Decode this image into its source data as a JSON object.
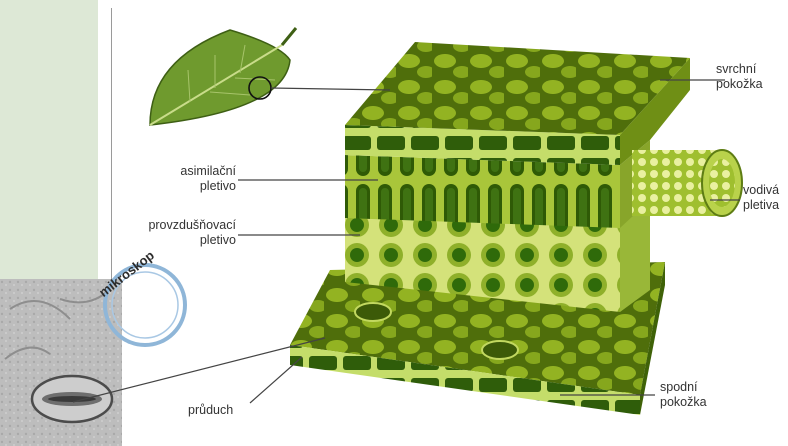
{
  "labels": {
    "upper_epidermis_1": "svrchní",
    "upper_epidermis_2": "pokožka",
    "assimilation_1": "asimilační",
    "assimilation_2": "pletivo",
    "aeration_1": "provzdušňovací",
    "aeration_2": "pletivo",
    "vascular_1": "vodivá",
    "vascular_2": "pletiva",
    "lower_epidermis_1": "spodní",
    "lower_epidermis_2": "pokožka",
    "stoma": "průduch"
  },
  "stamp": "mikroskop",
  "colors": {
    "panel": "#dde8d6",
    "tissue_dark": "#5b7a10",
    "tissue_light": "#b7cf3e",
    "leaf": "#6f9a2e",
    "line": "#444444"
  }
}
